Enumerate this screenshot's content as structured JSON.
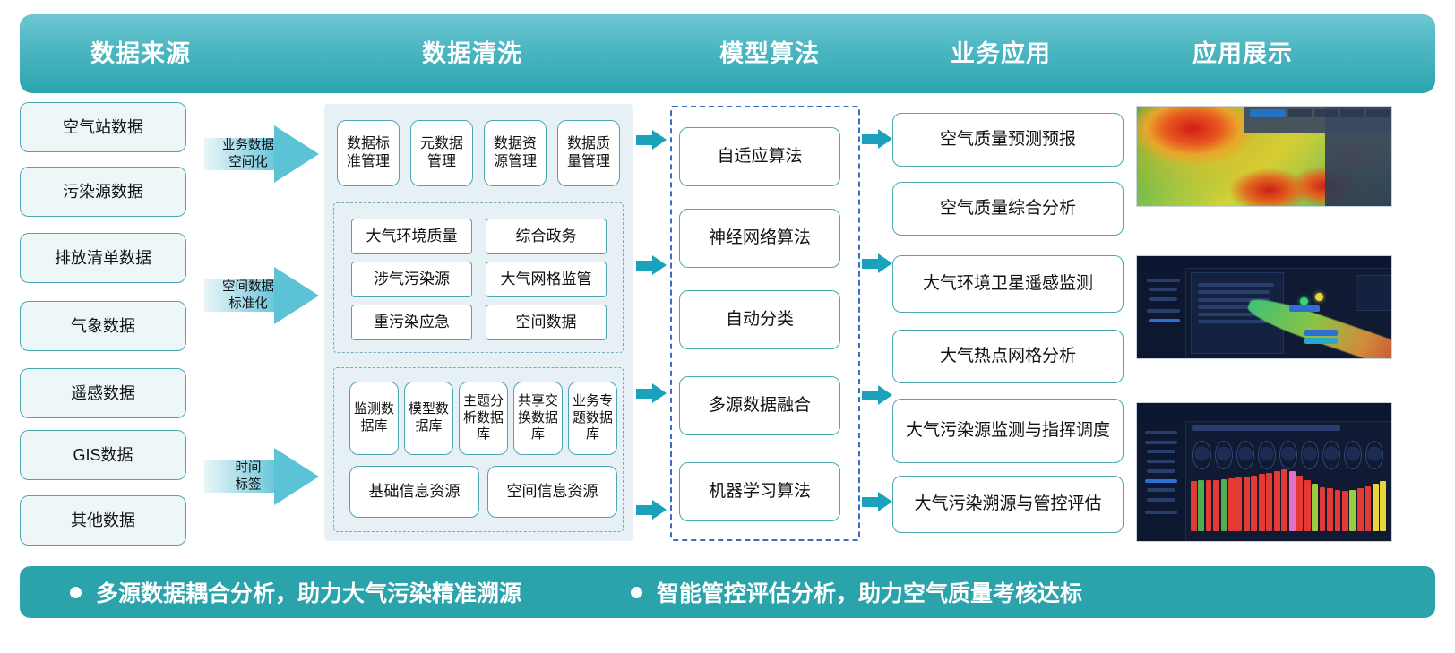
{
  "header": {
    "columns": [
      {
        "label": "数据来源"
      },
      {
        "label": "数据清洗"
      },
      {
        "label": "模型算法"
      },
      {
        "label": "业务应用"
      },
      {
        "label": "应用展示"
      }
    ]
  },
  "sources": {
    "items": [
      {
        "label": "空气站数据"
      },
      {
        "label": "污染源数据"
      },
      {
        "label": "排放清单数据"
      },
      {
        "label": "气象数据"
      },
      {
        "label": "遥感数据"
      },
      {
        "label": "GIS数据"
      },
      {
        "label": "其他数据"
      }
    ]
  },
  "flow_arrows": [
    {
      "line1": "业务数据",
      "line2": "空间化"
    },
    {
      "line1": "空间数据",
      "line2": "标准化"
    },
    {
      "line1": "时间",
      "line2": "标签"
    }
  ],
  "cleaning": {
    "governance": [
      {
        "label": "数据标准管理"
      },
      {
        "label": "元数据管理"
      },
      {
        "label": "数据资源管理"
      },
      {
        "label": "数据质量管理"
      }
    ],
    "themes": [
      {
        "label": "大气环境质量"
      },
      {
        "label": "综合政务"
      },
      {
        "label": "涉气污染源"
      },
      {
        "label": "大气网格监管"
      },
      {
        "label": "重污染应急"
      },
      {
        "label": "空间数据"
      }
    ],
    "databases": [
      {
        "label": "监测数据库"
      },
      {
        "label": "模型数据库"
      },
      {
        "label": "主题分析数据库"
      },
      {
        "label": "共享交换数据库"
      },
      {
        "label": "业务专题数据库"
      }
    ],
    "resources": [
      {
        "label": "基础信息资源"
      },
      {
        "label": "空间信息资源"
      }
    ]
  },
  "models": {
    "items": [
      {
        "label": "自适应算法"
      },
      {
        "label": "神经网络算法"
      },
      {
        "label": "自动分类"
      },
      {
        "label": "多源数据融合"
      },
      {
        "label": "机器学习算法"
      }
    ]
  },
  "business": {
    "items": [
      {
        "label": "空气质量预测预报"
      },
      {
        "label": "空气质量综合分析"
      },
      {
        "label": "大气环境卫星遥感监测"
      },
      {
        "label": "大气热点网格分析"
      },
      {
        "label": "大气污染源监测与指挥调度"
      },
      {
        "label": "大气污染溯源与管控评估"
      }
    ]
  },
  "showcase": {
    "items": [
      {
        "name": "air-quality-heatmap-map"
      },
      {
        "name": "satellite-remote-sensing-dashboard"
      },
      {
        "name": "pollution-bar-chart-dashboard"
      }
    ]
  },
  "banner": {
    "items": [
      {
        "label": "多源数据耦合分析，助力大气污染精准溯源"
      },
      {
        "label": "智能管控评估分析，助力空气质量考核达标"
      }
    ]
  },
  "colors": {
    "header_top": "#6ec7d2",
    "header_bottom": "#2aa5ad",
    "box_border": "#4aa7b2",
    "box_fill": "#eef7f8",
    "panel_fill": "#e7f0f5",
    "connector_arrow": "#1aa2bd",
    "dashed_blue": "#3a6ec6",
    "dashed_gray": "#7aa8c0",
    "banner": "#2ba3ab"
  }
}
